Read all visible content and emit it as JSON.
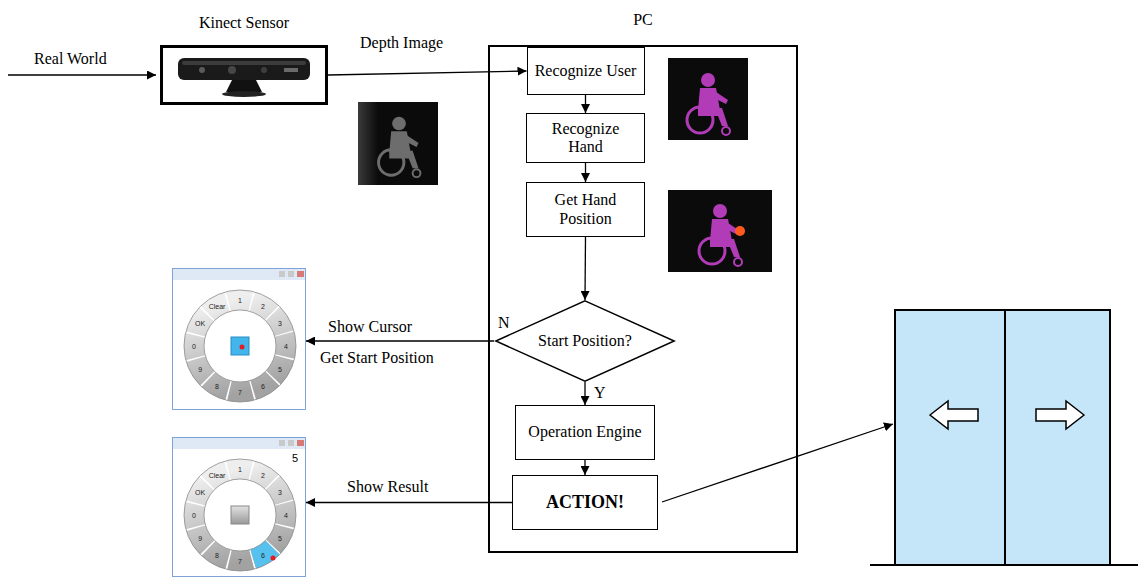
{
  "diagram": {
    "nodes": [
      {
        "text": [
          "Kinect Sensor"
        ]
      },
      {
        "text": [
          "PC"
        ]
      },
      {
        "text": [
          "Recognize User"
        ],
        "in": 1
      },
      {
        "text": [
          "Recognize Hand"
        ],
        "in": 1
      },
      {
        "text": [
          "Get Hand Position"
        ],
        "in": 1
      },
      {
        "text": [
          "Start Position?"
        ],
        "in": 1
      },
      {
        "text": [
          "Operation Engine"
        ],
        "in": 1
      },
      {
        "text": [
          "ACTION!"
        ],
        "in": 1
      },
      {
        "text": [
          "Clear",
          "1",
          "2",
          "3",
          "4",
          "5",
          "6",
          "7",
          "8",
          "9",
          "0",
          "OK"
        ]
      },
      {
        "text": [
          "Clear",
          "1",
          "2",
          "3",
          "4",
          "5",
          "6",
          "7",
          "8",
          "9",
          "0",
          "OK",
          "5"
        ]
      }
    ],
    "edges": [
      {
        "from": 0,
        "to": 2,
        "arrow": "to",
        "label": "Depth Image"
      },
      {
        "from": 2,
        "to": 3,
        "arrow": "to"
      },
      {
        "from": 3,
        "to": 4,
        "arrow": "to"
      },
      {
        "from": 4,
        "to": 5,
        "arrow": "to"
      },
      {
        "from": 5,
        "to": 8,
        "arrow": "to",
        "label": "Show Cursor"
      },
      {
        "from": 5,
        "to": 6,
        "arrow": "to",
        "label": "Y"
      },
      {
        "from": 6,
        "to": 7,
        "arrow": "to"
      },
      {
        "from": 7,
        "to": 9,
        "arrow": "to",
        "label": "Show Result"
      }
    ],
    "labels": [
      "Real World",
      "N",
      "Get Start Position"
    ]
  }
}
